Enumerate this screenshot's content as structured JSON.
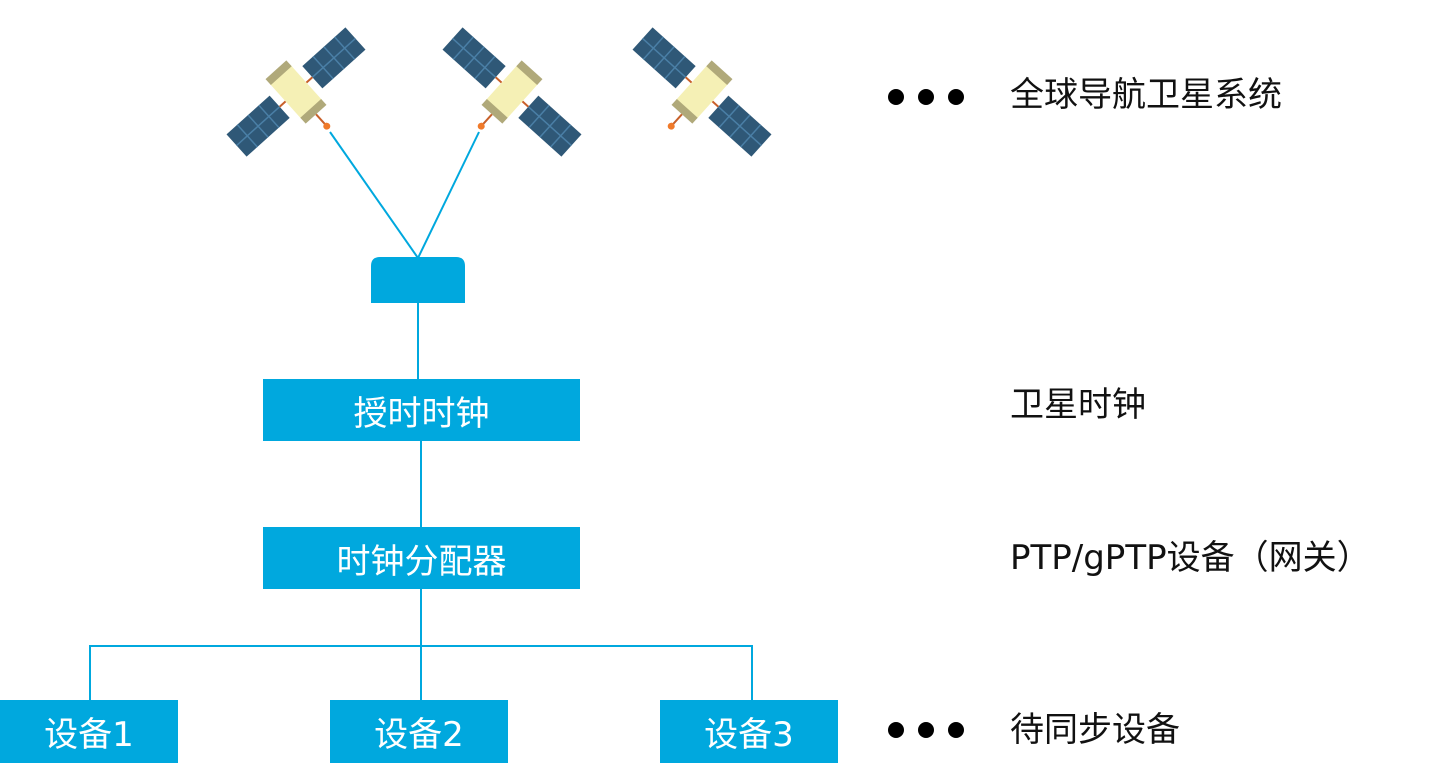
{
  "diagram": {
    "colors": {
      "accent": "#00a8de",
      "line": "#00a8de",
      "label": "#111111",
      "panel": "#2f5877",
      "panel_grid": "#4a7fa6",
      "satellite_body": "#f5f0b5",
      "satellite_end": "#b0a97a",
      "antenna_tip": "#f07a2a"
    },
    "nodes": {
      "timing_clock": "授时时钟",
      "clock_distributor": "时钟分配器",
      "devices": [
        "设备1",
        "设备2",
        "设备3"
      ]
    },
    "labels": {
      "gnss": "全球导航卫星系统",
      "satellite_clock": "卫星时钟",
      "ptp_gateway": "PTP/gPTP设备（网关）",
      "sync_devices": "待同步设备"
    },
    "icons": {
      "satellite": "satellite-icon",
      "receiver": "gnss-receiver-icon",
      "ellipsis": "ellipsis-dots"
    }
  }
}
